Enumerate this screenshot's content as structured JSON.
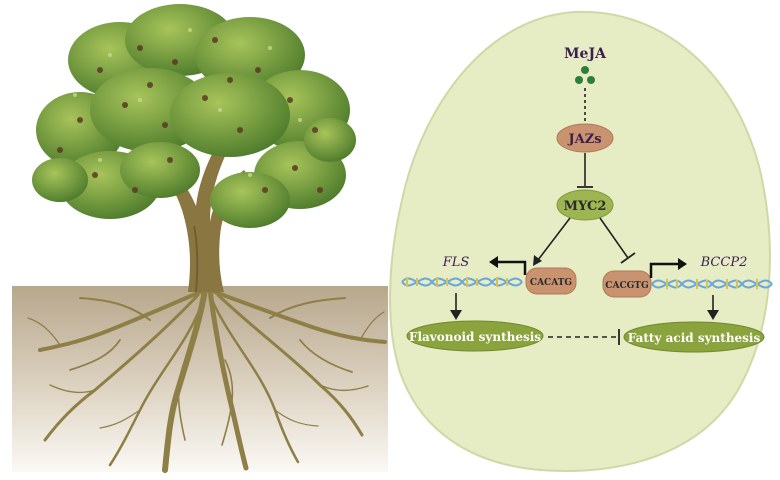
{
  "diagram": {
    "signal": "MeJA",
    "repressor": "JAZs",
    "tf": "MYC2",
    "motif_left": "CACATG",
    "motif_right": "CACGTG",
    "gene_left": "FLS",
    "gene_right": "BCCP2",
    "process_left": "Flavonoid synthesis",
    "process_right": "Fatty acid synthesis"
  },
  "colors": {
    "cell_fill": "#e7edc6",
    "cell_stroke": "#cdd8a3",
    "node_fill": "#c99370",
    "node_stroke": "#b07a58",
    "process_fill": "#8aa33c",
    "dot_green": "#2f7d3a",
    "signal_text": "#3b1f4f",
    "soil_top": "#b9aa90",
    "soil_bottom": "#f4f0e8",
    "root": "#8f8048",
    "trunk": "#8a7640",
    "foliage": "#6f9a3a",
    "foliage_dark": "#4f7a2a",
    "dna_blue": "#6aa7d9",
    "dna_yellow": "#d8c25a"
  },
  "icons": [
    "tree-illustration",
    "dna-helix-icon",
    "signal-dots-icon",
    "promoter-arrow-icon"
  ]
}
